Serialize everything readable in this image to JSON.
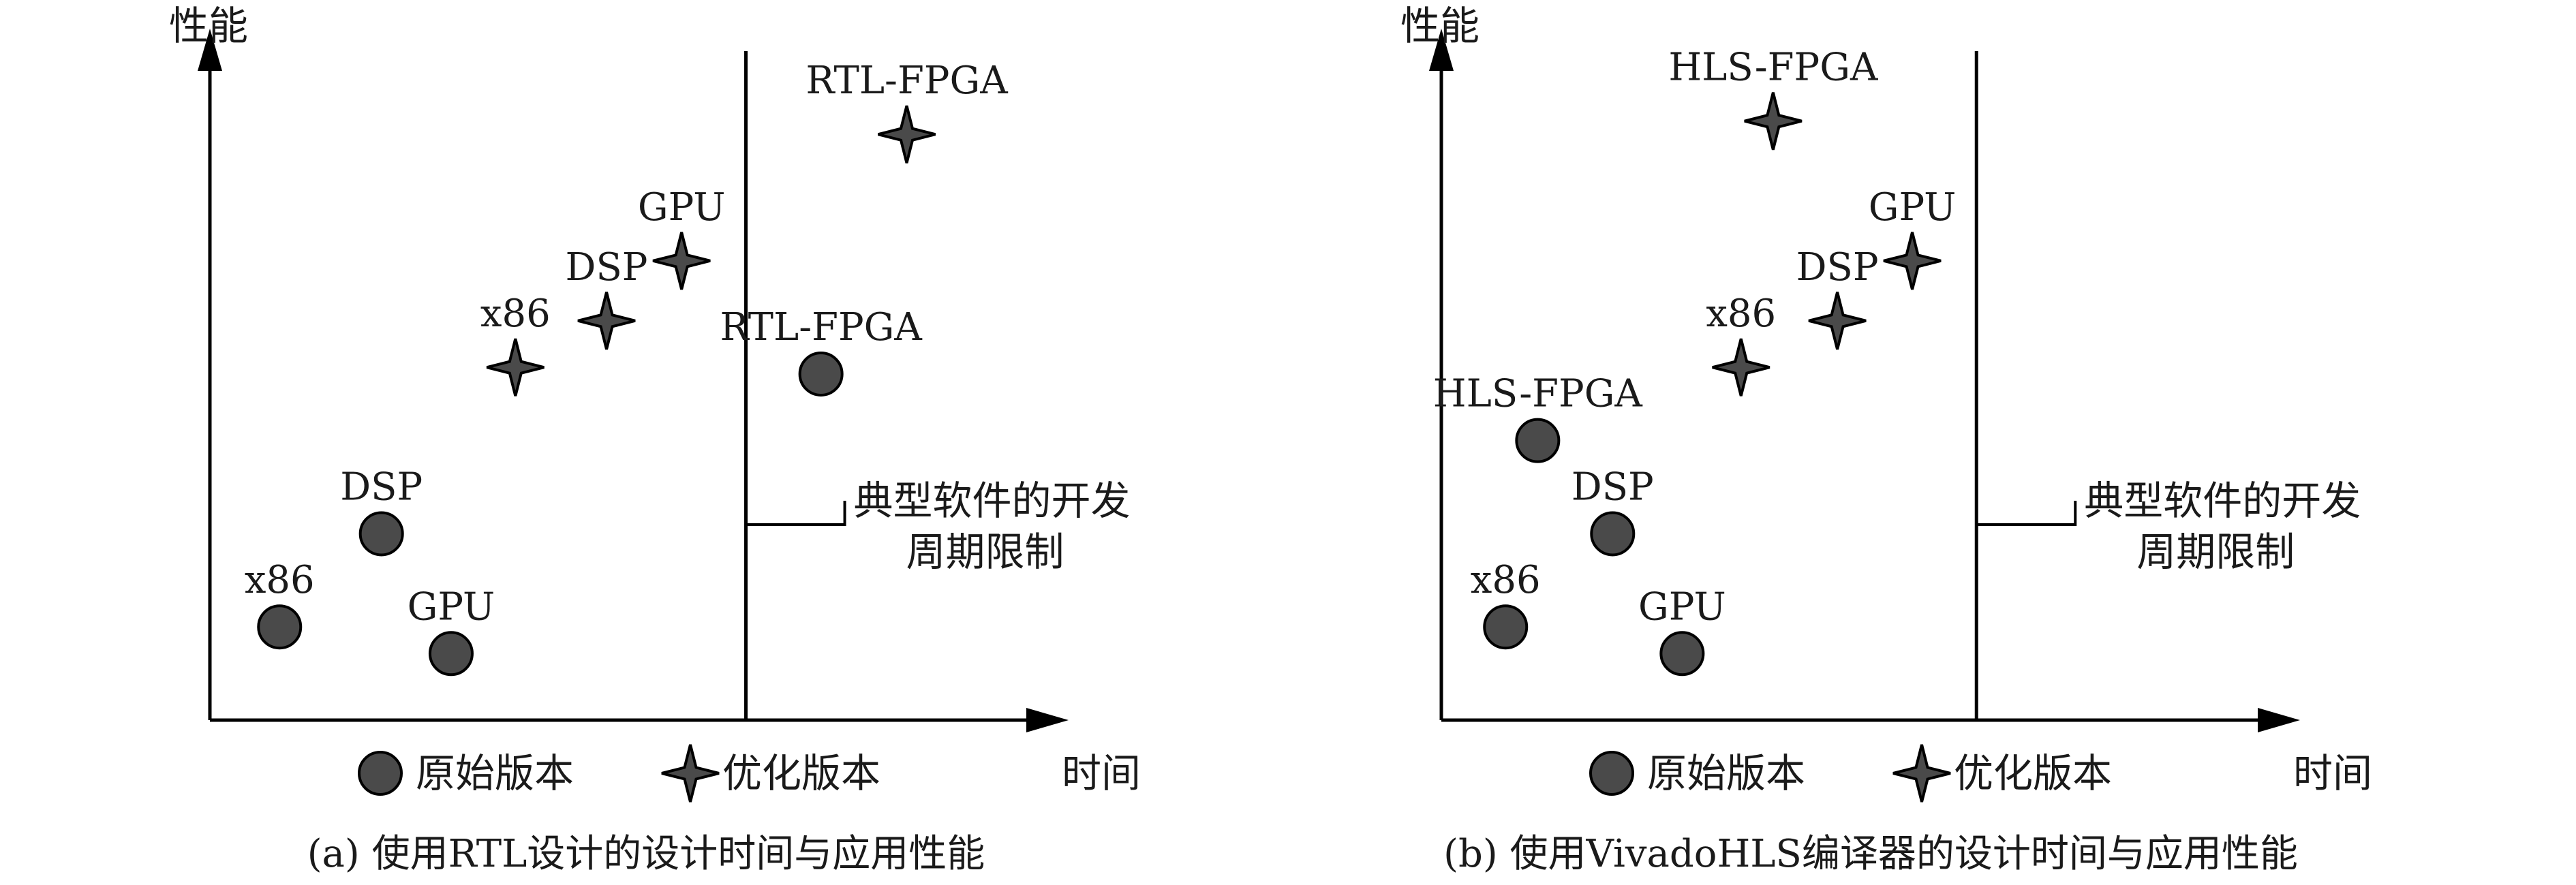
{
  "colors": {
    "marker_fill": "#4a4a4a",
    "marker_stroke": "#000000",
    "axis": "#000000"
  },
  "chart_data": [
    {
      "type": "scatter",
      "title": "",
      "caption": "(a) 使用RTL设计的设计时间与应用性能",
      "xlabel": "时间",
      "ylabel": "性能",
      "grid": false,
      "legend_placement": "bottom",
      "legend": {
        "original": "原始版本",
        "optimized": "优化版本"
      },
      "threshold": {
        "x": 50,
        "label_line1": "典型软件的开发",
        "label_line2": "周期限制"
      },
      "xlim": [
        0,
        78
      ],
      "ylim": [
        0,
        100
      ],
      "series": [
        {
          "name": "原始版本",
          "marker": "circle",
          "points": [
            {
              "label": "x86",
              "x": 6.5,
              "y": 14
            },
            {
              "label": "DSP",
              "x": 16,
              "y": 28
            },
            {
              "label": "GPU",
              "x": 22.5,
              "y": 10
            },
            {
              "label": "RTL-FPGA",
              "x": 57,
              "y": 52
            }
          ]
        },
        {
          "name": "优化版本",
          "marker": "star",
          "points": [
            {
              "label": "x86",
              "x": 28.5,
              "y": 53
            },
            {
              "label": "DSP",
              "x": 37,
              "y": 60
            },
            {
              "label": "GPU",
              "x": 44,
              "y": 69
            },
            {
              "label": "RTL-FPGA",
              "x": 65,
              "y": 88
            }
          ]
        }
      ]
    },
    {
      "type": "scatter",
      "title": "",
      "caption": "(b) 使用VivadoHLS编译器的设计时间与应用性能",
      "xlabel": "时间",
      "ylabel": "性能",
      "grid": false,
      "legend_placement": "bottom",
      "legend": {
        "original": "原始版本",
        "optimized": "优化版本"
      },
      "threshold": {
        "x": 50,
        "label_line1": "典型软件的开发",
        "label_line2": "周期限制"
      },
      "xlim": [
        0,
        78
      ],
      "ylim": [
        0,
        100
      ],
      "series": [
        {
          "name": "原始版本",
          "marker": "circle",
          "points": [
            {
              "label": "x86",
              "x": 6,
              "y": 14
            },
            {
              "label": "DSP",
              "x": 16,
              "y": 28
            },
            {
              "label": "GPU",
              "x": 22.5,
              "y": 10
            },
            {
              "label": "HLS-FPGA",
              "x": 9,
              "y": 42
            }
          ]
        },
        {
          "name": "优化版本",
          "marker": "star",
          "points": [
            {
              "label": "x86",
              "x": 28,
              "y": 53
            },
            {
              "label": "DSP",
              "x": 37,
              "y": 60
            },
            {
              "label": "GPU",
              "x": 44,
              "y": 69
            },
            {
              "label": "HLS-FPGA",
              "x": 31,
              "y": 90
            }
          ]
        }
      ]
    }
  ]
}
